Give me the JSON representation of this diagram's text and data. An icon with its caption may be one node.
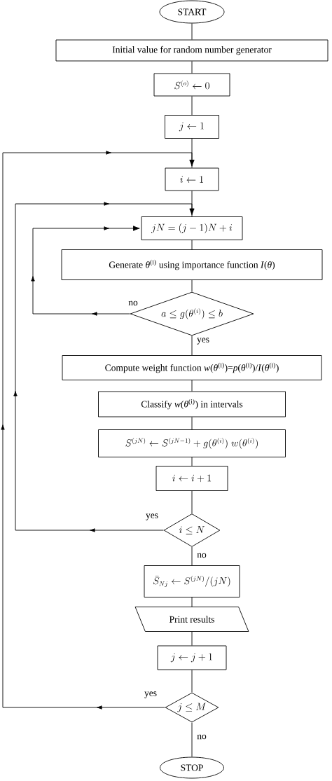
{
  "diagram": {
    "nodes": [
      {
        "text": [
          "START"
        ]
      },
      {
        "text": [
          "Initial value for random number generator"
        ]
      },
      {
        "text": [
          "S^{(o)}\\leftarrow 0"
        ]
      },
      {
        "text": [
          "j\\leftarrow 1"
        ]
      },
      {
        "text": [
          "i\\leftarrow 1"
        ]
      },
      {
        "text": [
          "jN=(j-1)N+i"
        ]
      },
      {
        "text": [
          "Generate *θ*$^{(i)}$ using importance function *I*(*θ*)"
        ]
      },
      {
        "text": [
          "a\\leq g(\\theta^{(i)})\\leq b"
        ]
      },
      {
        "text": [
          "Compute weight function *w*(*θ*$^{(i)}$)=*p*(*θ*$^{(i)}$)/*I*(*θ*$^{(i)}$)"
        ]
      },
      {
        "text": [
          "Classify *w*(*θ*$^{(i)}$) in intervals"
        ]
      },
      {
        "text": [
          "S^{(jN)}\\leftarrow S^{(jN-1)}+g(\\theta^{(i)})\\;w(\\theta^{(i)})"
        ]
      },
      {
        "text": [
          "i\\leftarrow i+1"
        ]
      },
      {
        "text": [
          "i\\leq N"
        ]
      },
      {
        "text": [
          "\\bar{S}_{Nj}\\leftarrow S^{(jN)}/(jN)"
        ]
      },
      {
        "text": [
          "Print results"
        ]
      },
      {
        "text": [
          "j\\leftarrow j+1"
        ]
      },
      {
        "text": [
          "j\\leq M"
        ]
      },
      {
        "text": [
          "STOP"
        ]
      }
    ],
    "edges": [
      {
        "from": 0,
        "to": 1,
        "arrow": "none"
      },
      {
        "from": 1,
        "to": 2,
        "arrow": "none"
      },
      {
        "from": 2,
        "to": 3,
        "arrow": "none"
      },
      {
        "from": 3,
        "to": 4,
        "arrow": "none"
      },
      {
        "from": 4,
        "to": 5,
        "arrow": "none"
      },
      {
        "from": 5,
        "to": 6,
        "arrow": "none"
      },
      {
        "from": 6,
        "to": 7,
        "arrow": "none"
      },
      {
        "from": 7,
        "to": 5,
        "arrow": "to",
        "label": "no"
      },
      {
        "from": 7,
        "to": 8,
        "arrow": "none",
        "label": "yes"
      },
      {
        "from": 8,
        "to": 9,
        "arrow": "none"
      },
      {
        "from": 9,
        "to": 10,
        "arrow": "none"
      },
      {
        "from": 10,
        "to": 11,
        "arrow": "none"
      },
      {
        "from": 11,
        "to": 12,
        "arrow": "none"
      },
      {
        "from": 12,
        "to": 5,
        "arrow": "to",
        "label": "yes"
      },
      {
        "from": 12,
        "to": 13,
        "arrow": "none",
        "label": "no"
      },
      {
        "from": 13,
        "to": 14,
        "arrow": "none"
      },
      {
        "from": 14,
        "to": 15,
        "arrow": "none"
      },
      {
        "from": 15,
        "to": 16,
        "arrow": "none"
      },
      {
        "from": 16,
        "to": 4,
        "arrow": "to",
        "label": "yes"
      },
      {
        "from": 16,
        "to": 17,
        "arrow": "none",
        "label": "no"
      }
    ]
  }
}
